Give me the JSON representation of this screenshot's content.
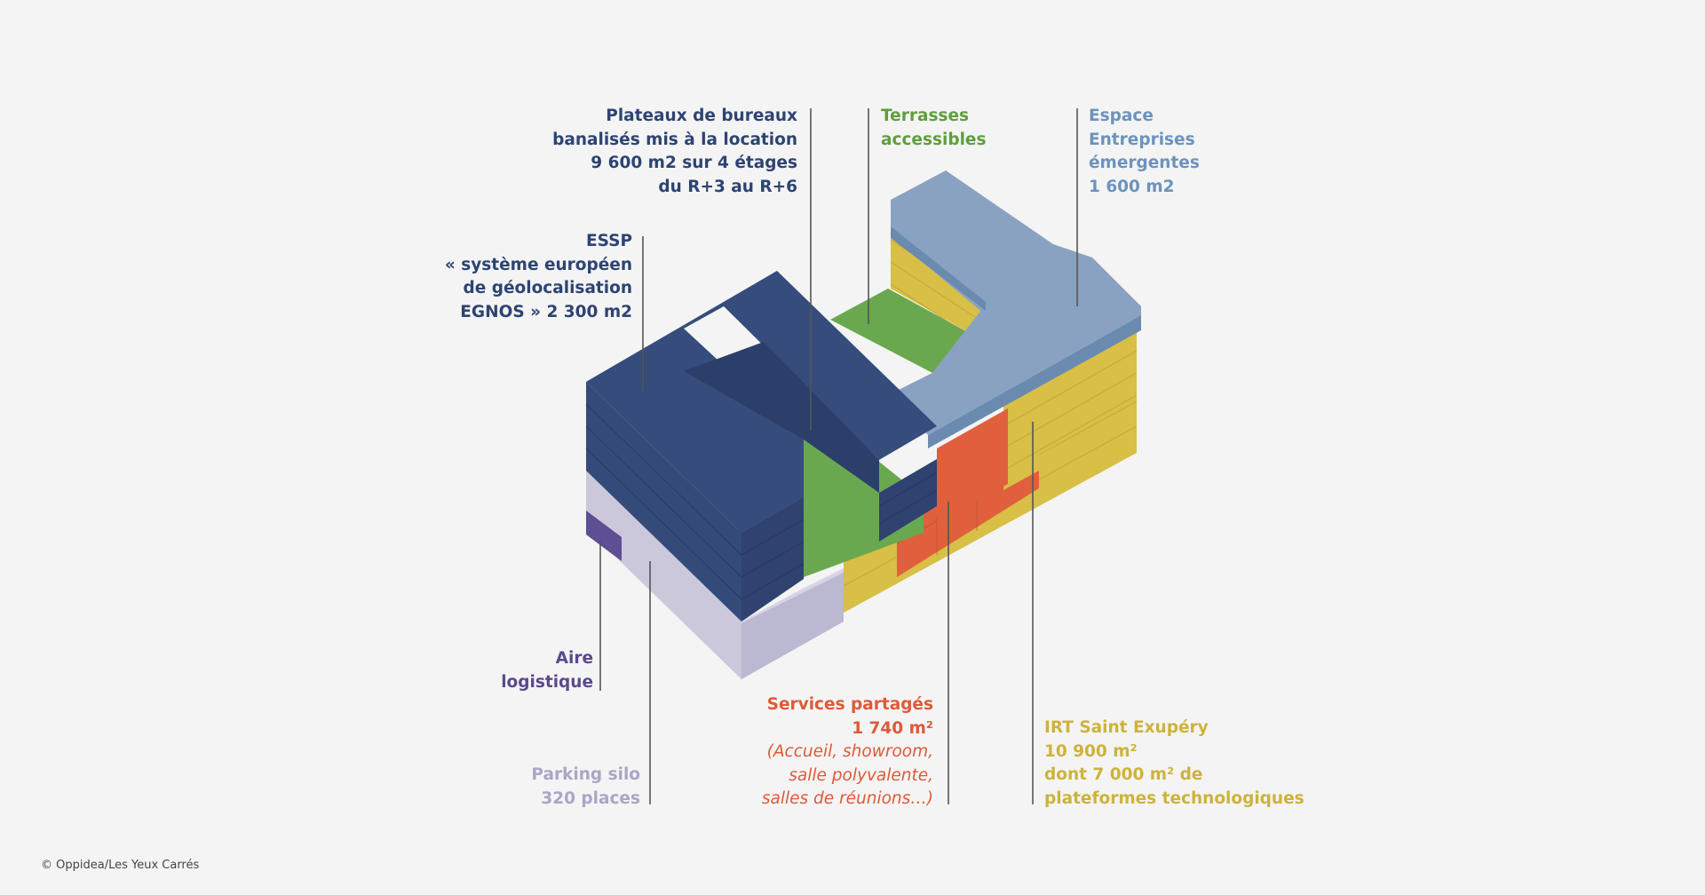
{
  "colors": {
    "navy": "#344b7a",
    "navy_inner": "#2f4270",
    "light_blue": "#8aa2c1",
    "green": "#6aa84f",
    "yellow": "#d8bf45",
    "orange": "#e0603d",
    "lavender": "#c7c4da",
    "purple": "#5e4e93",
    "label_navy": "#2d4472",
    "label_green": "#5f9e3e",
    "label_lightblue": "#6c93bc",
    "label_purple": "#5a4a8c",
    "label_lavender": "#a9a6c6",
    "label_orange": "#de5a38",
    "label_yellow": "#cdb33b",
    "leader": "#555555"
  },
  "labels": {
    "plateaux": [
      "Plateaux de bureaux",
      "banalisés mis à la location",
      "9 600 m2 sur 4 étages",
      "du R+3 au R+6"
    ],
    "terrasses": [
      "Terrasses",
      "accessibles"
    ],
    "espace": [
      "Espace",
      "Entreprises",
      "émergentes",
      "1 600 m2"
    ],
    "essp": [
      "ESSP",
      "« système européen",
      "de géolocalisation",
      "EGNOS » 2 300 m2"
    ],
    "aire": [
      "Aire",
      "logistique"
    ],
    "parking": [
      "Parking silo",
      "320 places"
    ],
    "services": {
      "title": [
        "Services partagés",
        "1 740 m²"
      ],
      "detail": [
        "(Accueil, showroom,",
        "salle polyvalente,",
        "salles de réunions…)"
      ]
    },
    "irt": [
      "IRT Saint Exupéry",
      "10 900 m²",
      "dont  7 000 m²  de",
      "plateformes technologiques"
    ]
  },
  "credit": "© Oppidea/Les Yeux Carrés"
}
